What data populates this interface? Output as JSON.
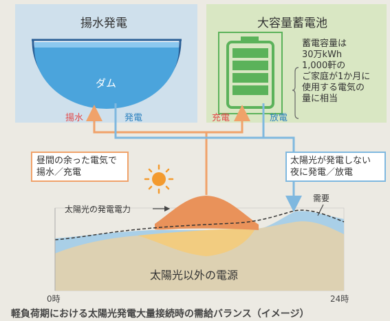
{
  "pumped_panel": {
    "title": "揚水発電",
    "dam_label": "ダム",
    "pump_label": "揚水",
    "generate_label": "発電"
  },
  "battery_panel": {
    "title": "大容量蓄電池",
    "note_lines": [
      "蓄電容量は",
      "30万kWh",
      "1,000軒の",
      "ご家庭が1か月に",
      "使用する電気の",
      "量に相当"
    ],
    "charge_label": "充電",
    "discharge_label": "放電"
  },
  "callouts": {
    "daytime": [
      "昼間の余った電気で",
      "揚水／充電"
    ],
    "night": [
      "太陽光が発電しない",
      "夜に発電／放電"
    ]
  },
  "graph": {
    "solar_label": "太陽光の発電電力",
    "demand_label": "需要",
    "other_label": "太陽光以外の電源",
    "x_start": "0時",
    "x_end": "24時"
  },
  "caption": "軽負荷期における太陽光発電大量接続時の需給バランス（イメージ）",
  "colors": {
    "panel_blue": "#cfe0ec",
    "panel_green": "#d9e7c3",
    "water": "#4ba4dc",
    "battery_green": "#5bb25a",
    "solar_orange": "#e9925a",
    "sun": "#f39a2e",
    "other_sources": "#ddd1b2",
    "night_blue": "#a9cfe7",
    "arrow_orange": "#f0a26a",
    "arrow_blue": "#7fb8df"
  }
}
